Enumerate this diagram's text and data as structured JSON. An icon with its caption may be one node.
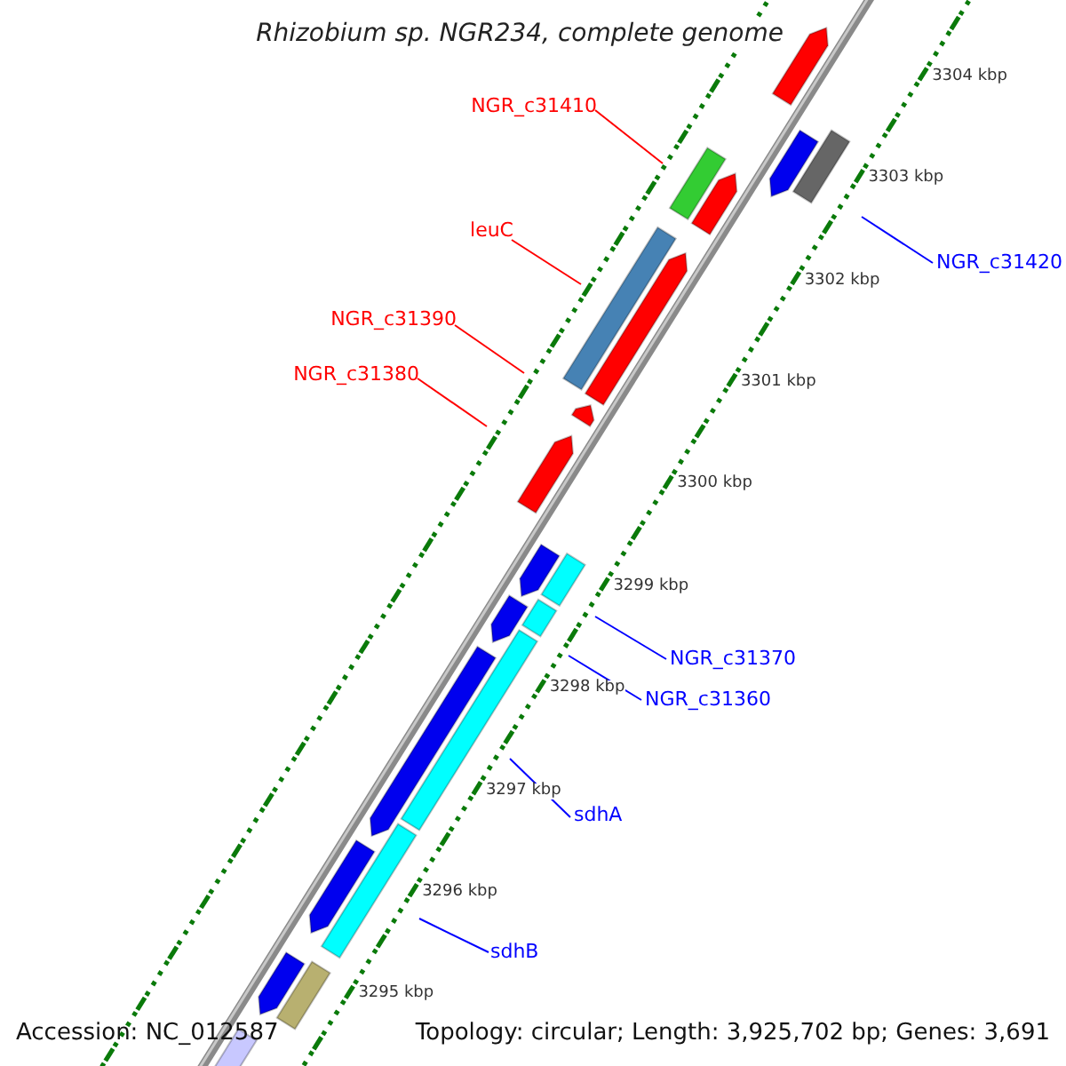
{
  "diagram": {
    "title": "Rhizobium sp. NGR234, complete genome",
    "nodes": [
      {
        "text": [
          "NGR_c31410"
        ]
      },
      {
        "text": [
          "leuC"
        ]
      },
      {
        "text": [
          "NGR_c31390"
        ]
      },
      {
        "text": [
          "NGR_c31380"
        ]
      },
      {
        "text": [
          "NGR_c31420"
        ]
      },
      {
        "text": [
          "NGR_c31370"
        ]
      },
      {
        "text": [
          "NGR_c31360"
        ]
      },
      {
        "text": [
          "sdhA"
        ]
      },
      {
        "text": [
          "sdhB"
        ]
      }
    ],
    "edges": [
      {
        "from": 0,
        "to": null,
        "arrow": "none",
        "color": "#ff0000"
      },
      {
        "from": 1,
        "to": null,
        "arrow": "none",
        "color": "#ff0000"
      },
      {
        "from": 2,
        "to": null,
        "arrow": "none",
        "color": "#ff0000"
      },
      {
        "from": 3,
        "to": null,
        "arrow": "none",
        "color": "#ff0000"
      },
      {
        "from": 4,
        "to": null,
        "arrow": "none"
      },
      {
        "from": 5,
        "to": null,
        "arrow": "none"
      },
      {
        "from": 6,
        "to": null,
        "arrow": "none"
      },
      {
        "from": 7,
        "to": null,
        "arrow": "none"
      },
      {
        "from": 8,
        "to": null,
        "arrow": "none"
      }
    ],
    "labels": [
      "3304 kbp",
      "3303 kbp",
      "3302 kbp",
      "3301 kbp",
      "3300 kbp",
      "3299 kbp",
      "3298 kbp",
      "3297 kbp",
      "3296 kbp",
      "3295 kbp",
      "Accession: NC_012587",
      "Topology: circular; Length: 3,925,702 bp; Genes: 3,691"
    ]
  }
}
